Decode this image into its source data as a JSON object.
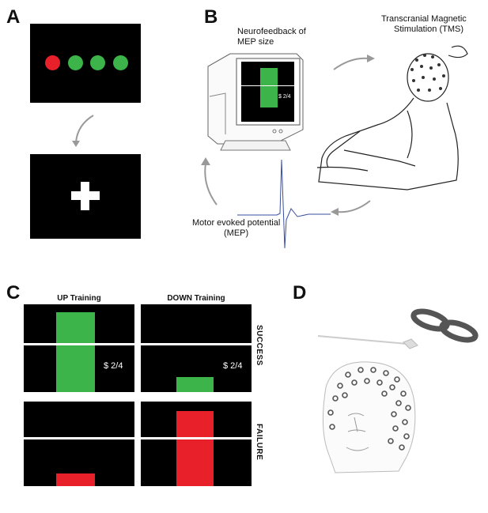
{
  "panels": {
    "a": {
      "letter": "A",
      "dot_colors": [
        "#e8202a",
        "#3cb449",
        "#3cb449",
        "#3cb449"
      ]
    },
    "b": {
      "letter": "B",
      "neurofeedback_label_1": "Neurofeedback of",
      "neurofeedback_label_2": "MEP size",
      "tms_label_1": "Transcranial Magnetic",
      "tms_label_2": "Stimulation   (TMS)",
      "mep_label_1": "Motor evoked potential",
      "mep_label_2": "(MEP)",
      "monitor_money": "$ 2/4"
    },
    "c": {
      "letter": "C",
      "up_title": "UP Training",
      "down_title": "DOWN Training",
      "success_label": "SUCCESS",
      "failure_label": "FAILURE",
      "up_success_money": "$ 2/4",
      "down_success_money": "$ 2/4"
    },
    "d": {
      "letter": "D"
    }
  },
  "colors": {
    "green": "#3cb449",
    "red": "#e8202a",
    "screen": "#000000"
  }
}
